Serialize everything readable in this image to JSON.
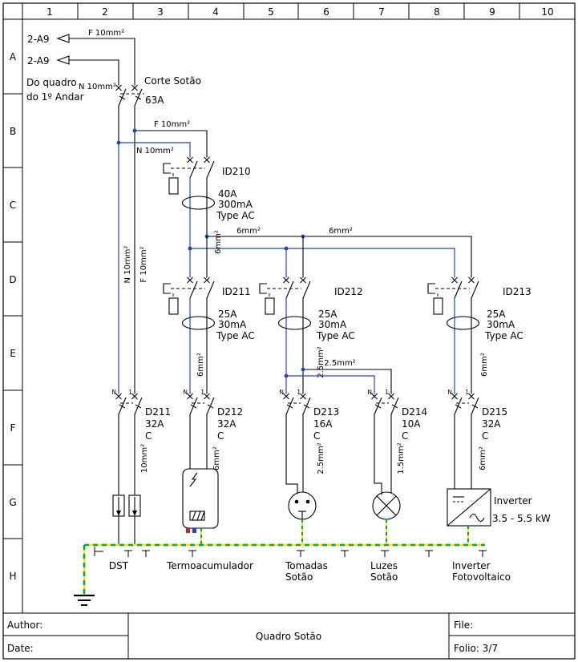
{
  "grid": {
    "cols": [
      "1",
      "2",
      "3",
      "4",
      "5",
      "6",
      "7",
      "8",
      "9",
      "10"
    ],
    "rows": [
      "A",
      "B",
      "C",
      "D",
      "E",
      "F",
      "G",
      "H"
    ]
  },
  "title_block": {
    "author_label": "Author:",
    "date_label": "Date:",
    "title": "Quadro Sotão",
    "file_label": "File:",
    "folio": "Folio: 3/7"
  },
  "feeder": {
    "ref_top": "2-A9",
    "ref_bottom": "2-A9",
    "phase_top": "F 10mm²",
    "neutral_top": "N 10mm²",
    "source_line1": "Do quadro",
    "source_line2": "do 1º Andar",
    "main_switch": {
      "name": "Corte Sotão",
      "rating": "63A"
    },
    "phase_mid": "F 10mm²",
    "neutral_mid": "N 10mm²",
    "phase_riser": "F 10mm²",
    "neutral_riser": "N 10mm²"
  },
  "rcds": [
    {
      "name": "ID210",
      "rating": "40A",
      "sensitivity": "300mA",
      "type": "Type AC"
    },
    {
      "name": "ID211",
      "rating": "25A",
      "sensitivity": "30mA",
      "type": "Type AC"
    },
    {
      "name": "ID212",
      "rating": "25A",
      "sensitivity": "30mA",
      "type": "Type AC"
    },
    {
      "name": "ID213",
      "rating": "25A",
      "sensitivity": "30mA",
      "type": "Type AC"
    }
  ],
  "breakers": [
    {
      "name": "D211",
      "rating": "32A",
      "curve": "C",
      "wire": "10mm²"
    },
    {
      "name": "D212",
      "rating": "32A",
      "curve": "C",
      "wire": "6mm²"
    },
    {
      "name": "D213",
      "rating": "16A",
      "curve": "C",
      "wire": "2.5mm²"
    },
    {
      "name": "D214",
      "rating": "10A",
      "curve": "C",
      "wire": "1.5mm²"
    },
    {
      "name": "D215",
      "rating": "32A",
      "curve": "C",
      "wire": "6mm²"
    }
  ],
  "poles": {
    "n": "N",
    "l": "1"
  },
  "wires": {
    "id210_out": "6mm²",
    "bus_a": "6mm²",
    "bus_b": "6mm²",
    "id211_out": "6mm²",
    "id212_out": "2.5mm²",
    "id213_out": "6mm²",
    "d214_link": "2.5mm²"
  },
  "loads": {
    "dst": "DST",
    "heater": "Termoacumulador",
    "sockets": [
      "Tomadas",
      "Sotão"
    ],
    "lights": [
      "Luzes",
      "Sotão"
    ],
    "inverter": [
      "Inverter",
      "Fotovoltaico"
    ],
    "inverter_device": {
      "name": "Inverter",
      "power": "3.5 - 5.5 kW"
    }
  },
  "colors": {
    "neutral_wire": "#2343c3",
    "earth_green": "#00a650",
    "earth_yellow": "#ffe600",
    "hot_water": "#cc2222",
    "cold_water": "#2343c3"
  }
}
